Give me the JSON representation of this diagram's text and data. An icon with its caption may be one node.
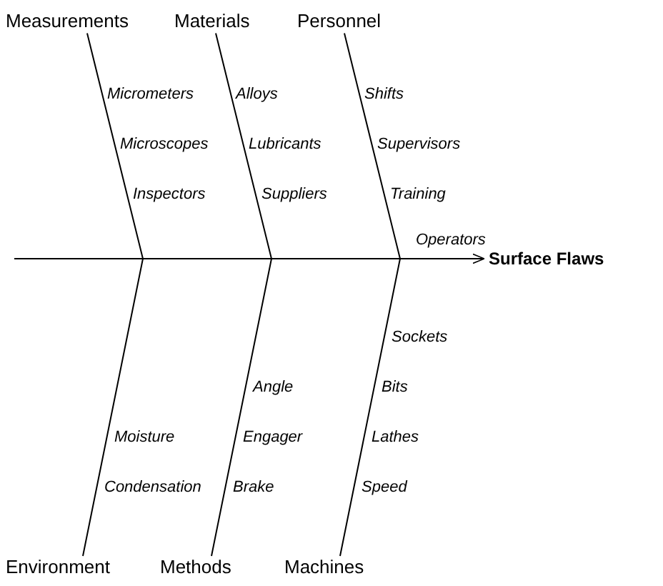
{
  "diagram": {
    "nodes": [
      {
        "text": [
          "Measurements"
        ]
      },
      {
        "text": [
          "Materials"
        ]
      },
      {
        "text": [
          "Personnel"
        ]
      },
      {
        "text": [
          "Micrometers"
        ]
      },
      {
        "text": [
          "Microscopes"
        ]
      },
      {
        "text": [
          "Inspectors"
        ]
      },
      {
        "text": [
          "Alloys"
        ]
      },
      {
        "text": [
          "Lubricants"
        ]
      },
      {
        "text": [
          "Suppliers"
        ]
      },
      {
        "text": [
          "Shifts"
        ]
      },
      {
        "text": [
          "Supervisors"
        ]
      },
      {
        "text": [
          "Training"
        ]
      },
      {
        "text": [
          "Operators"
        ]
      },
      {
        "text": [
          "Surface Flaws"
        ]
      },
      {
        "text": [
          "Sockets"
        ]
      },
      {
        "text": [
          "Angle"
        ]
      },
      {
        "text": [
          "Bits"
        ]
      },
      {
        "text": [
          "Moisture"
        ]
      },
      {
        "text": [
          "Engager"
        ]
      },
      {
        "text": [
          "Lathes"
        ]
      },
      {
        "text": [
          "Condensation"
        ]
      },
      {
        "text": [
          "Brake"
        ]
      },
      {
        "text": [
          "Speed"
        ]
      },
      {
        "text": [
          "Environment"
        ]
      },
      {
        "text": [
          "Methods"
        ]
      },
      {
        "text": [
          "Machines"
        ]
      }
    ],
    "edges": [
      {
        "from": null,
        "to": 13,
        "arrow": "to"
      },
      {
        "from": 0,
        "to": 13,
        "arrow": "none"
      },
      {
        "from": 1,
        "to": 13,
        "arrow": "none"
      },
      {
        "from": 2,
        "to": 13,
        "arrow": "none"
      },
      {
        "from": 23,
        "to": 13,
        "arrow": "none"
      },
      {
        "from": 24,
        "to": 13,
        "arrow": "none"
      },
      {
        "from": 25,
        "to": 13,
        "arrow": "none"
      }
    ]
  }
}
